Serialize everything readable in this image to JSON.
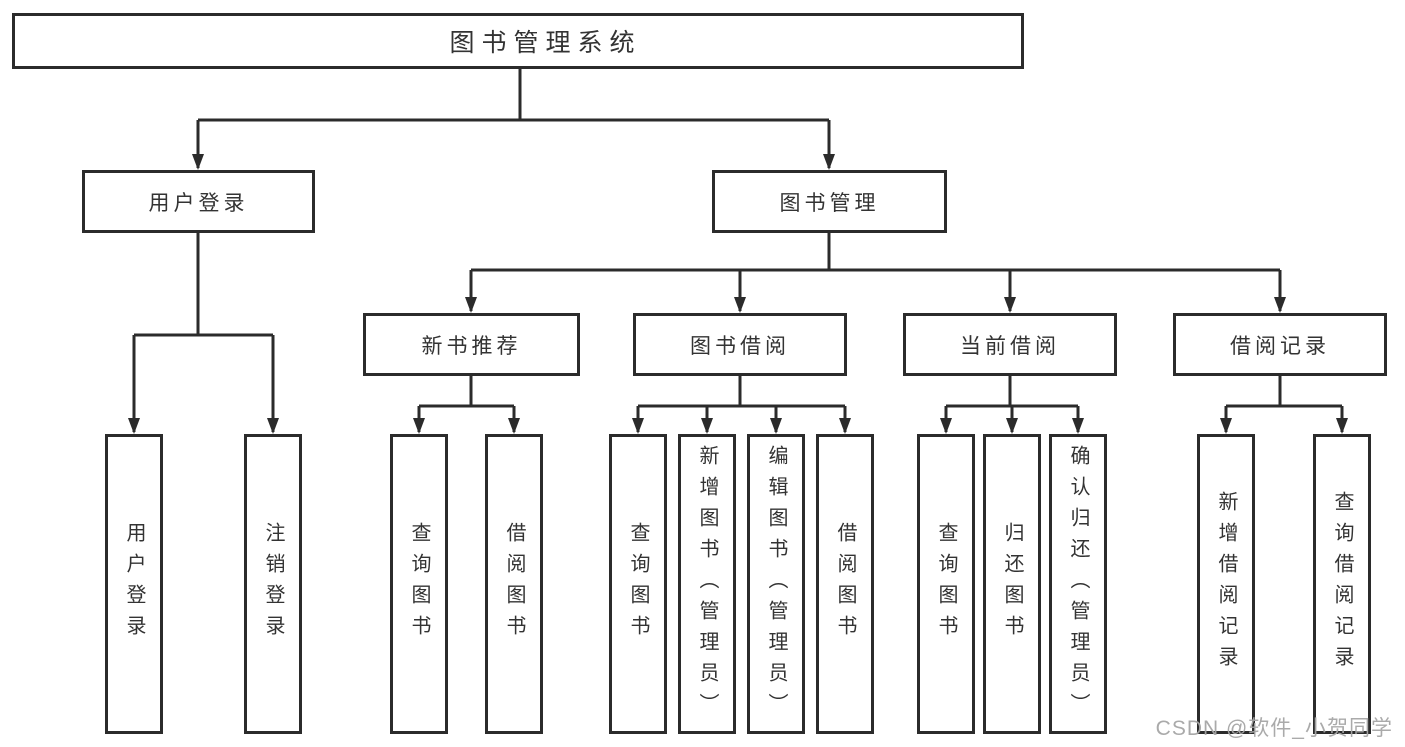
{
  "colors": {
    "line": "#2b2b2b",
    "text": "#333333",
    "box_background": "#ffffff",
    "watermark": "#a5a5a5"
  },
  "watermark": {
    "text": "CSDN @软件_小贺同学"
  },
  "tree": {
    "label": "图书管理系统",
    "children": [
      {
        "label": "用户登录",
        "children": [
          {
            "label": "用户登录"
          },
          {
            "label": "注销登录"
          }
        ]
      },
      {
        "label": "图书管理",
        "children": [
          {
            "label": "新书推荐",
            "children": [
              {
                "label": "查询图书"
              },
              {
                "label": "借阅图书"
              }
            ]
          },
          {
            "label": "图书借阅",
            "children": [
              {
                "label": "查询图书"
              },
              {
                "label": "新增图书（管理员）"
              },
              {
                "label": "编辑图书（管理员）"
              },
              {
                "label": "借阅图书"
              }
            ]
          },
          {
            "label": "当前借阅",
            "children": [
              {
                "label": "查询图书"
              },
              {
                "label": "归还图书"
              },
              {
                "label": "确认归还（管理员）"
              }
            ]
          },
          {
            "label": "借阅记录",
            "children": [
              {
                "label": "新增借阅记录"
              },
              {
                "label": "查询借阅记录"
              }
            ]
          }
        ]
      }
    ]
  }
}
